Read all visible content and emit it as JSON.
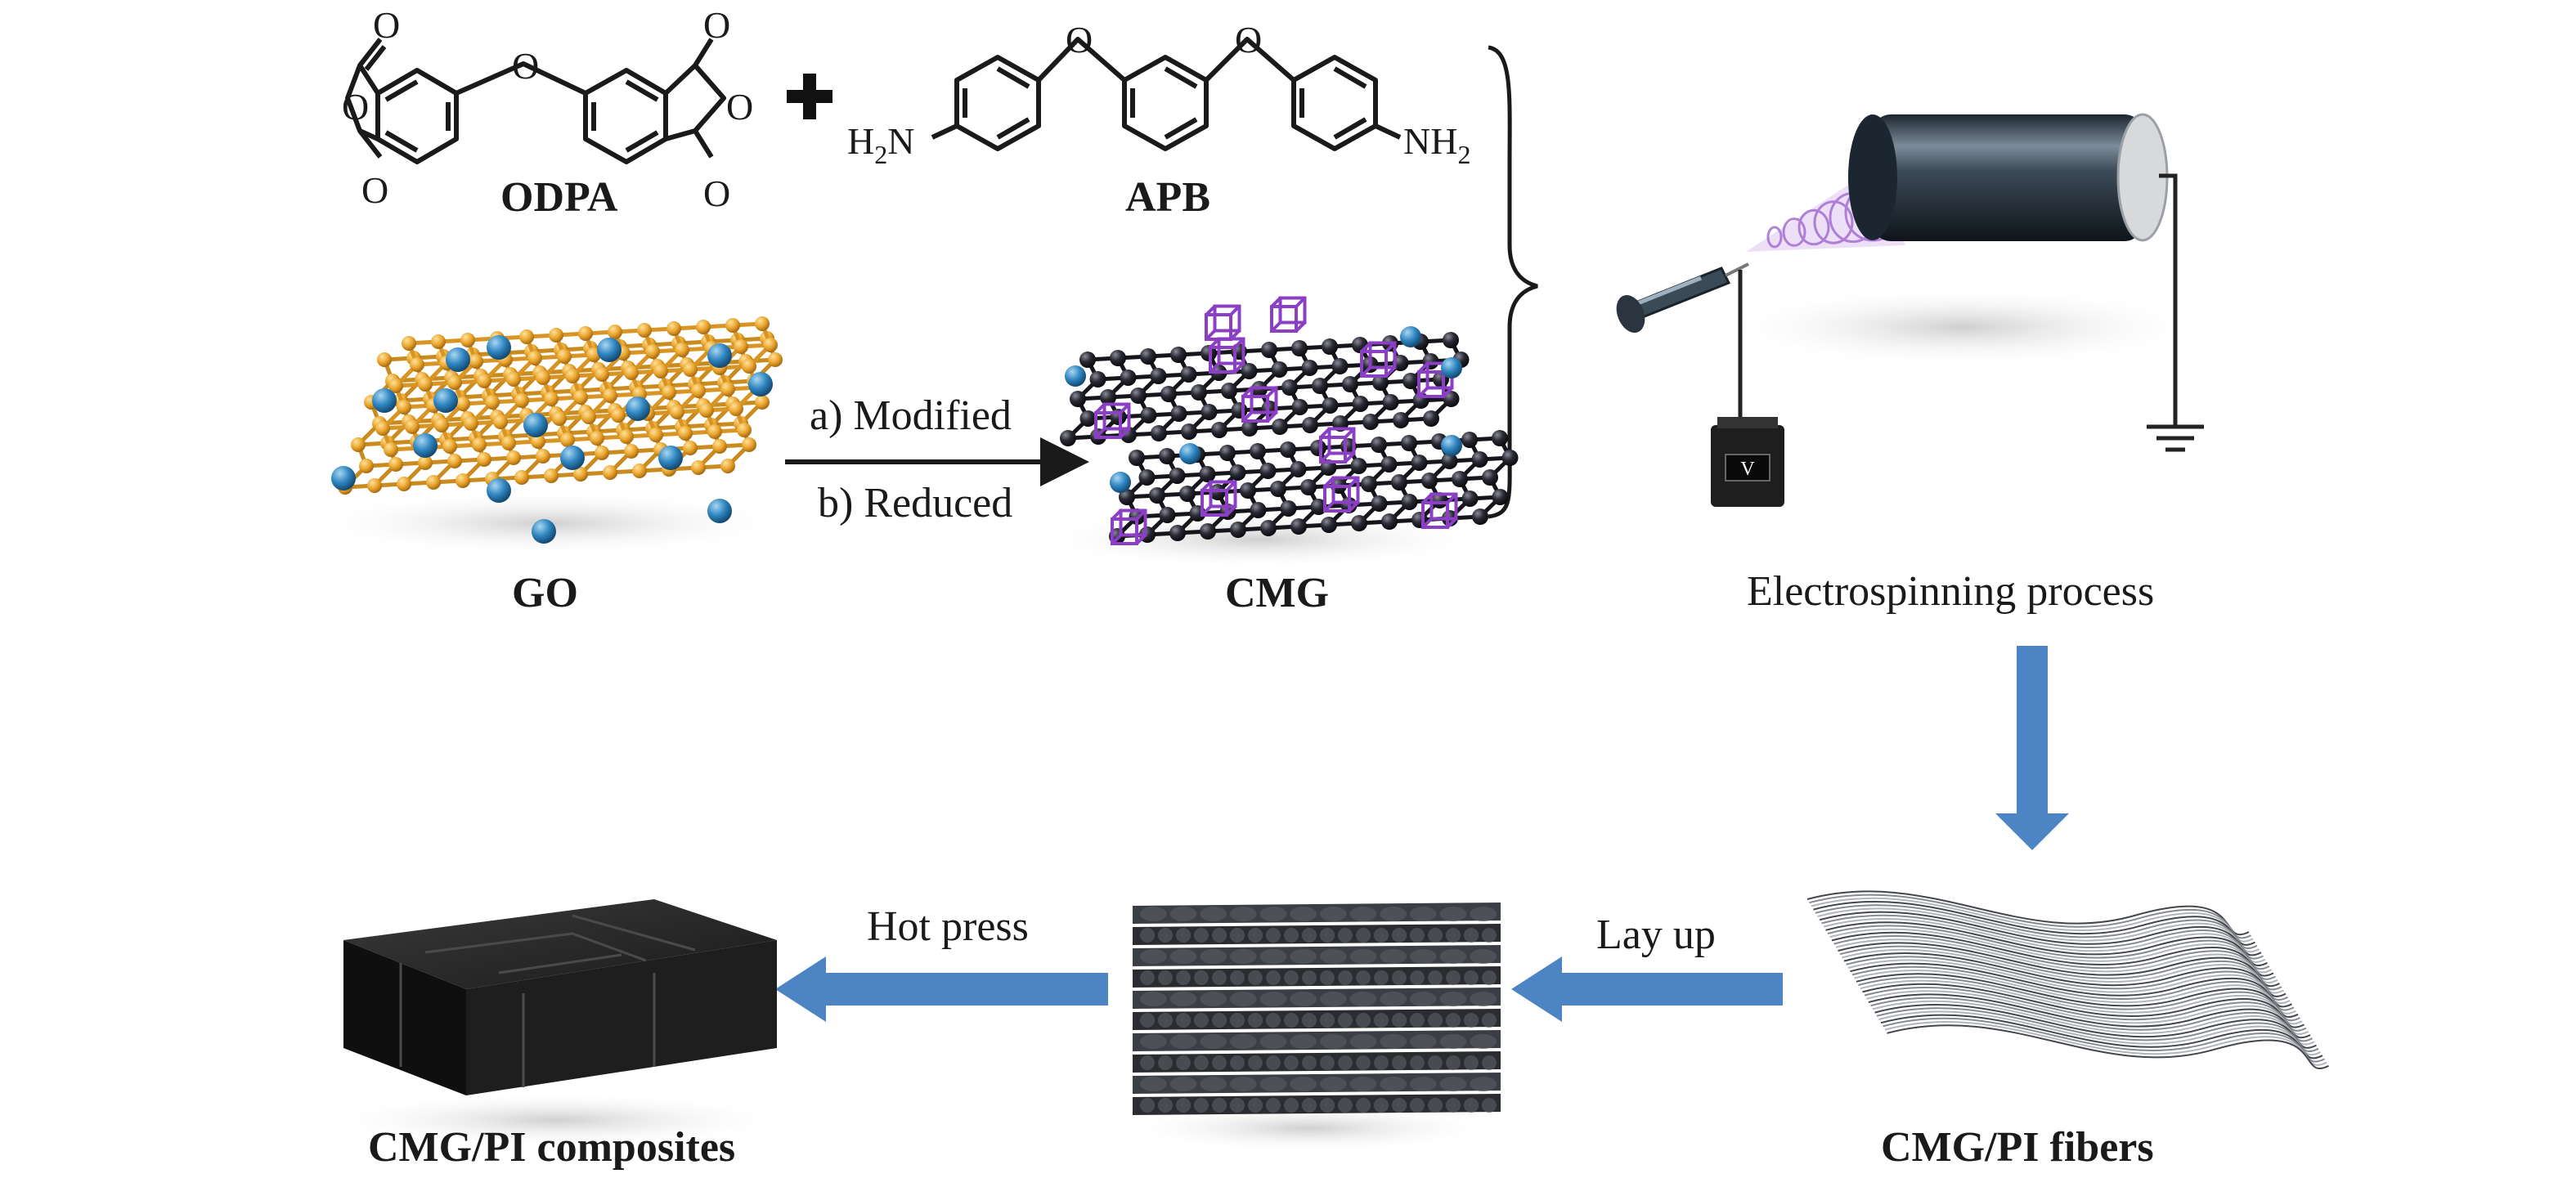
{
  "reagents": {
    "anhydride": "ODPA",
    "diamine": "APB",
    "plus_sign": "+",
    "atoms": {
      "oxygen": "O",
      "amine_h": "H",
      "amine_n": "N",
      "amine_sub": "2"
    }
  },
  "graphene": {
    "go_label": "GO",
    "cmg_label": "CMG",
    "step_a": "a) Modified",
    "step_b": "b) Reduced"
  },
  "electrospinning": {
    "caption": "Electrospinning process",
    "voltage_symbol": "V"
  },
  "processing": {
    "fibers_label": "CMG/PI fibers",
    "layup_label": "Lay up",
    "hotpress_label": "Hot press",
    "composite_label": "CMG/PI composites"
  },
  "colors": {
    "arrow_blue": "#4d84c3",
    "go_carbon": "#e8a32a",
    "oxygen_blue": "#2f86c0",
    "cmg_carbon": "#1b1b24",
    "cmg_cage": "#8a3fc4",
    "collector": "#1f2a35",
    "composite": "#1c1c1c"
  }
}
